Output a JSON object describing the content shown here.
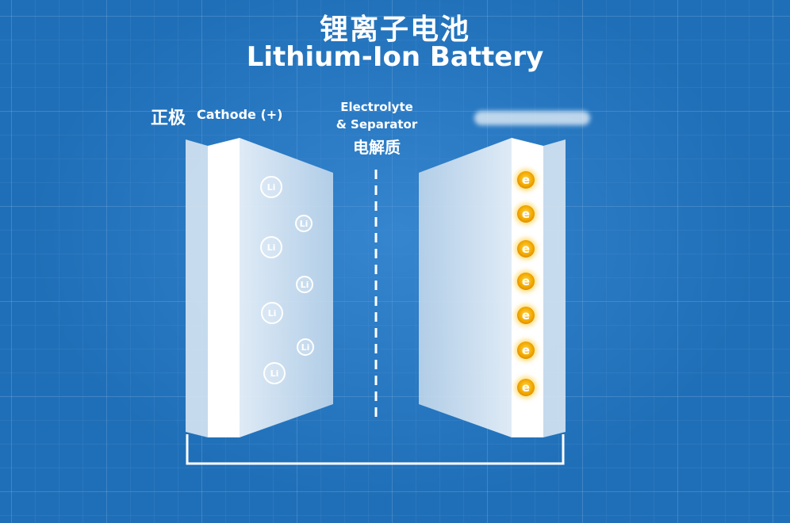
{
  "title": {
    "cn": "锂离子电池",
    "en": "Lithium-Ion Battery"
  },
  "cathode": {
    "label_cn": "正极",
    "label_en": "Cathode (+)",
    "ions": [
      "Li",
      "Li",
      "Li",
      "Li",
      "Li",
      "Li",
      "Li"
    ]
  },
  "separator": {
    "label_en_line1": "Electrolyte",
    "label_en_line2": "& Separator",
    "label_cn": "电解质"
  },
  "anode": {
    "electrons": [
      "e",
      "e",
      "e",
      "e",
      "e",
      "e",
      "e"
    ]
  },
  "colors": {
    "background": "#1f6fb8",
    "plate": "#dce7f2",
    "collector": "#ffffff",
    "electron": "#f5b400",
    "wire": "#ffffff"
  }
}
